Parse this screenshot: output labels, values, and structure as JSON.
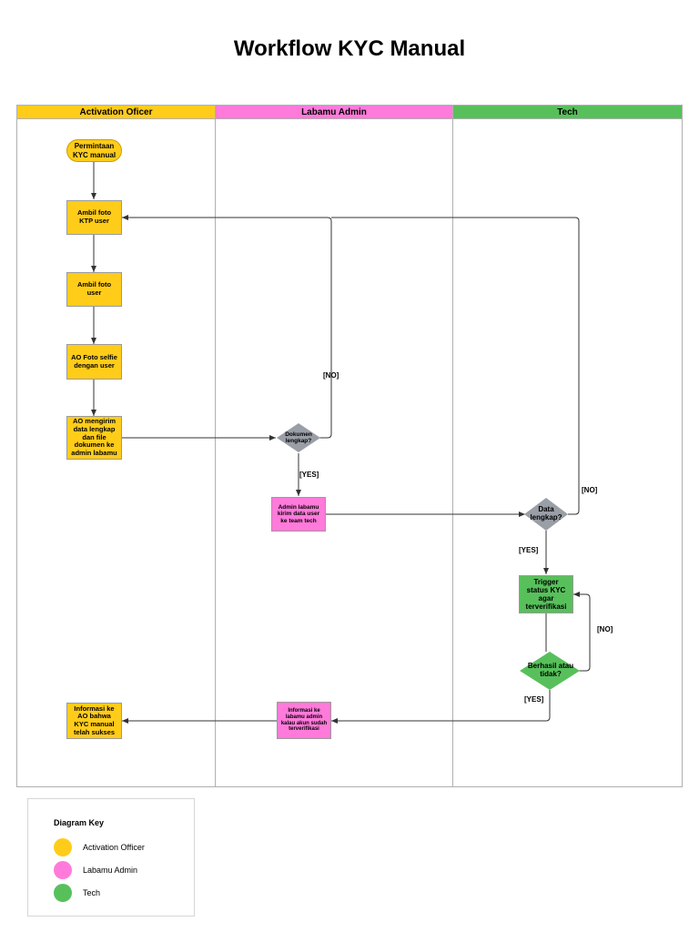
{
  "title": "Workflow KYC Manual",
  "lanes": [
    {
      "name": "Activation Oficer",
      "color": "#FFCC1A"
    },
    {
      "name": "Labamu Admin",
      "color": "#FF7ADB"
    },
    {
      "name": "Tech",
      "color": "#57C05B"
    }
  ],
  "nodes": {
    "start": "Permintaan KYC manual",
    "ktp": "Ambil foto KTP user",
    "user_photo": "Ambil foto user",
    "selfie": "AO Foto selfie dengan user",
    "send_docs": "AO mengirim data lengkap dan file dokumen ke admin labamu",
    "docs_complete": "Dokumen lengkap?",
    "admin_send": "Admin labamu kirim data user ke team tech",
    "data_complete": "Data lengkap?",
    "trigger": "Trigger status KYC agar terverifikasi",
    "success": "Berhasil atau tidak?",
    "admin_inform": "Informasi ke labamu admin kalau akun sudah terverifikasi",
    "ao_inform": "Informasi ke AO bahwa KYC manual telah sukses"
  },
  "edge_labels": {
    "no_docs": "[NO]",
    "yes_docs": "[YES]",
    "no_data": "[NO]",
    "yes_data": "[YES]",
    "no_success": "[NO]",
    "yes_success": "[YES]"
  },
  "key": {
    "title": "Diagram Key",
    "items": [
      {
        "label": "Activation Officer",
        "color": "#FFCC1A"
      },
      {
        "label": "Labamu Admin",
        "color": "#FF7ADB"
      },
      {
        "label": "Tech",
        "color": "#57C05B"
      }
    ]
  }
}
